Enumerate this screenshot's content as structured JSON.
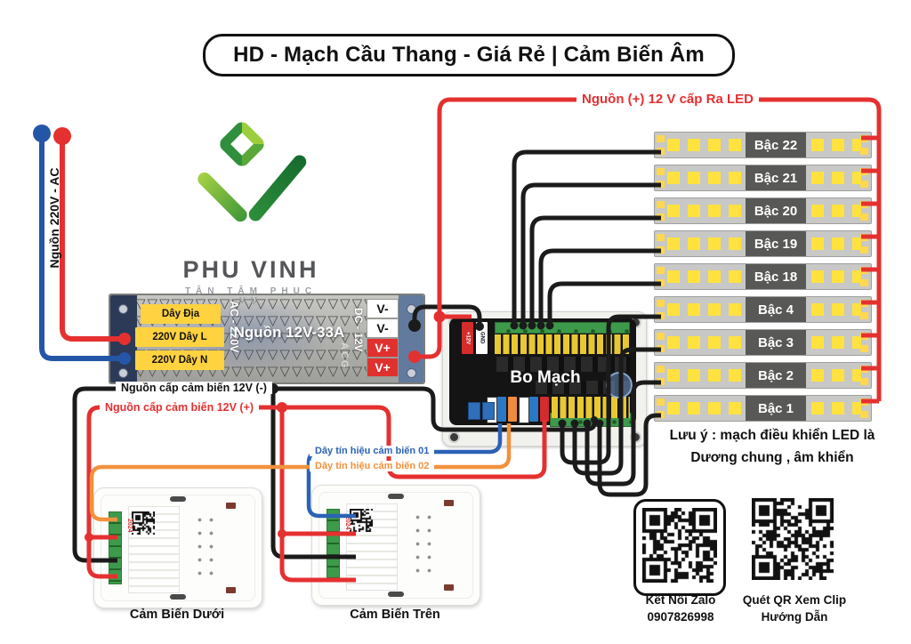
{
  "title": "HD - Mạch Cầu Thang - Giá Rẻ | Cảm Biến Âm",
  "logo": {
    "name": "PHU VINH",
    "tagline": "TẬN TÂM PHỤC VỤ"
  },
  "labels": {
    "led_power": "Nguồn (+) 12 V cấp Ra LED",
    "mains": "Nguồn 220V - AC",
    "sensor_neg": "Nguồn cấp cảm biến 12V (-)",
    "sensor_pos": "Nguồn cấp cảm biến 12V (+)",
    "signal1": "Dây tín hiệu cảm biến 01",
    "signal2": "Dây tín hiệu cảm biến 02",
    "note_line1": "Lưu ý : mạch điều khiển LED là",
    "note_line2": "Dương chung , âm khiển"
  },
  "psu": {
    "name": "Nguồn 12V-33A",
    "ac_label": "AC - 220V",
    "dc_label": "DC - 12V",
    "brand": "ACG",
    "input_terminals": [
      "Dây Địa",
      "220V Dây L",
      "220V Dây N"
    ],
    "output_terminals": [
      "V-",
      "V-",
      "V+",
      "V+"
    ]
  },
  "board": {
    "name": "Bo Mạch",
    "top_left_tabs": [
      "+12V",
      "GND"
    ]
  },
  "led_strips": [
    "Bậc 22",
    "Bậc 21",
    "Bậc 20",
    "Bậc 19",
    "Bậc 18",
    "Bậc 4",
    "Bậc 3",
    "Bậc 2",
    "Bậc 1"
  ],
  "sensors": [
    {
      "label": "Cảm Biến Dưới",
      "sticker": "2024"
    },
    {
      "label": "Cảm Biến Trên",
      "sticker": "2024"
    }
  ],
  "qr": [
    {
      "line1": "Kết Nối Zalo",
      "line2": "0907826998"
    },
    {
      "line1": "Quét QR Xem Clip",
      "line2": "Hướng Dẫn"
    }
  ],
  "colors": {
    "wire_black": "#1b1b1b",
    "wire_red": "#e53030",
    "wire_blue_mains": "#2456a8",
    "wire_blue_signal": "#2b62b5",
    "wire_orange": "#f2913d",
    "led_yellow": "#ffe23e",
    "terminal_yellow": "#ffd23f",
    "pcb_green": "#3d9a4b"
  }
}
